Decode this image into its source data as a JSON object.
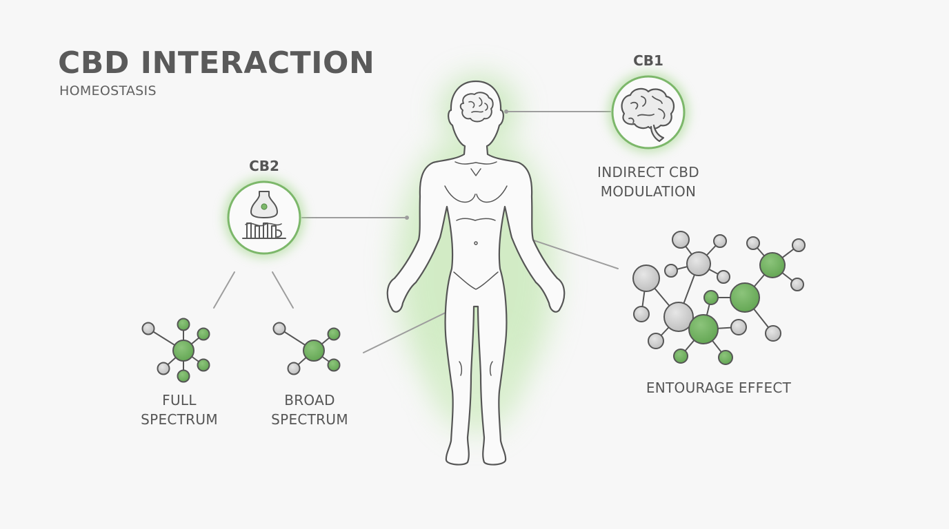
{
  "header": {
    "title": "CBD INTERACTION",
    "subtitle": "HOMEOSTASIS"
  },
  "receptors": {
    "cb1": {
      "label": "CB1",
      "caption_line1": "INDIRECT CBD",
      "caption_line2": "MODULATION",
      "icon": "brain-icon"
    },
    "cb2": {
      "label": "CB2",
      "icon": "synapse-receptor-icon"
    }
  },
  "spectrum": {
    "full": {
      "line1": "FULL",
      "line2": "SPECTRUM"
    },
    "broad": {
      "line1": "BROAD",
      "line2": "SPECTRUM"
    }
  },
  "entourage": {
    "caption": "ENTOURAGE EFFECT"
  },
  "colors": {
    "green": "#7cb76a",
    "green_fill": "#6aaa5a",
    "grey_node": "#c9c9c9",
    "outline": "#555555",
    "line": "#9a9a9a"
  }
}
